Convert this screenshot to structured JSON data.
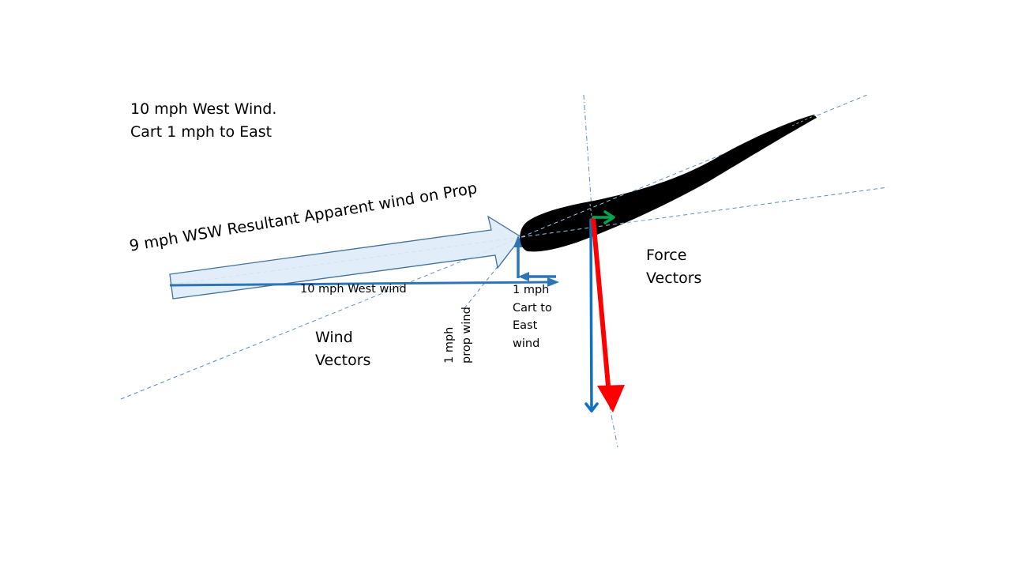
{
  "diagram": {
    "title_lines": [
      "10 mph West Wind.",
      "Cart 1 mph to East"
    ],
    "resultant_label": "9 mph WSW Resultant Apparent wind on Prop",
    "west_wind_label": "10 mph West wind",
    "wind_vectors_lines": [
      "Wind",
      "Vectors"
    ],
    "force_vectors_lines": [
      "Force",
      "Vectors"
    ],
    "cart_wind_lines": [
      "1 mph",
      "Cart to",
      "East",
      "wind"
    ],
    "prop_wind_lines": [
      "1 mph",
      "prop wind"
    ],
    "colors": {
      "wind_vector": "#2e75b6",
      "resultant_fill": "#deebf7",
      "resultant_stroke": "#41719c",
      "guide_line": "#5b8bc4",
      "airfoil": "#000000",
      "force_red": "#ff0000",
      "force_blue": "#0f6fc0",
      "force_green": "#00a550"
    }
  }
}
